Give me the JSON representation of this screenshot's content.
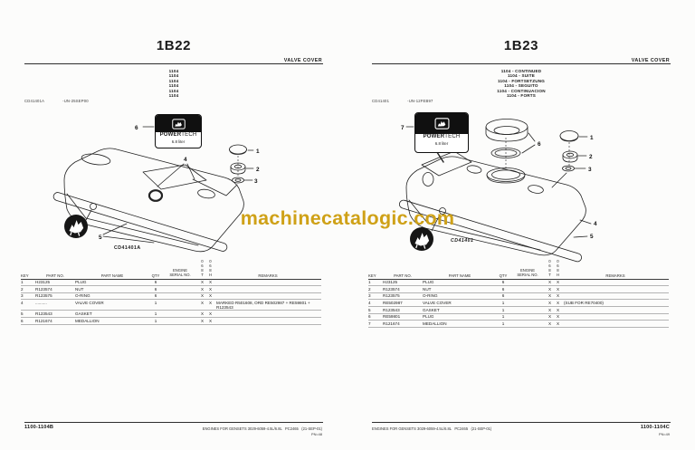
{
  "watermark": {
    "text": "machinecatalogic.com",
    "color": "#CFA117"
  },
  "pages": [
    {
      "code": "1B22",
      "section": "VALVE COVER",
      "continuation": [
        "1104",
        "1104",
        "1104",
        "1104",
        "1104",
        "1104"
      ],
      "image_id": "CD41401A",
      "image_note": "-UN-25SEP00",
      "figure_caption": "CD41401A",
      "decal": {
        "power": "POWER",
        "tech": "TECH",
        "size": "6.8 liter"
      },
      "callouts": [
        "6",
        "4",
        "1",
        "2",
        "3",
        "5"
      ],
      "table": {
        "headers": {
          "key": "KEY",
          "part_no": "PART NO.",
          "part_name": "PART NAME",
          "qty": "QTY",
          "serial1": "ENGINE",
          "serial2": "SERIAL NO.",
          "remarks": "REMARKS"
        },
        "model_cols": [
          [
            "0",
            "6",
            "8",
            "T"
          ],
          [
            "0",
            "6",
            "8",
            "H"
          ]
        ],
        "rows": [
          {
            "key": "1",
            "part_no": "H23125",
            "part_name": "PLUG",
            "qty": "6",
            "serial": "",
            "m1": "X",
            "m2": "X",
            "remarks": ""
          },
          {
            "key": "2",
            "part_no": "R123574",
            "part_name": "NUT",
            "qty": "6",
            "serial": "",
            "m1": "X",
            "m2": "X",
            "remarks": ""
          },
          {
            "key": "3",
            "part_no": "R123575",
            "part_name": "O-RING",
            "qty": "6",
            "serial": "",
            "m1": "X",
            "m2": "X",
            "remarks": ""
          },
          {
            "key": "4",
            "part_no": "..........",
            "part_name": "VALVE COVER",
            "qty": "1",
            "serial": "",
            "m1": "X",
            "m2": "X",
            "remarks": "MARKED R501608, ORD RE502987 + RE59801 + R123543"
          },
          {
            "key": "5",
            "part_no": "R123543",
            "part_name": "GASKET",
            "qty": "1",
            "serial": "",
            "m1": "X",
            "m2": "X",
            "remarks": ""
          },
          {
            "key": "6",
            "part_no": "R121674",
            "part_name": "MEDALLION",
            "qty": "1",
            "serial": "",
            "m1": "X",
            "m2": "X",
            "remarks": ""
          }
        ]
      },
      "footer": {
        "page_code": "1100-1104B",
        "doc_line": "ENGINES FOR GENSETS 3029-6059-4.5L/6.8L   PC2465   (21-SEP-01)",
        "pn": "PN=48"
      }
    },
    {
      "code": "1B23",
      "section": "VALVE COVER",
      "continuation": [
        "1104 - CONTINUED",
        "1104 - SUITE",
        "1104 - FORTSETZUNG",
        "1104 - SEGUITO",
        "1104 - CONTINUACION",
        "1104 - FORTS"
      ],
      "image_id": "CD41401",
      "image_note": "-UN-12FEB97",
      "figure_caption": "CD41401",
      "decal": {
        "power": "POWER",
        "tech": "TECH",
        "size": "6.8 liter"
      },
      "callouts": [
        "7",
        "6",
        "1",
        "2",
        "3",
        "4",
        "5"
      ],
      "table": {
        "headers": {
          "key": "KEY",
          "part_no": "PART NO.",
          "part_name": "PART NAME",
          "qty": "QTY",
          "serial1": "ENGINE",
          "serial2": "SERIAL NO.",
          "remarks": "REMARKS"
        },
        "model_cols": [
          [
            "0",
            "6",
            "8",
            "T"
          ],
          [
            "0",
            "6",
            "8",
            "H"
          ]
        ],
        "rows": [
          {
            "key": "1",
            "part_no": "H23125",
            "part_name": "PLUG",
            "qty": "6",
            "serial": "",
            "m1": "X",
            "m2": "X",
            "remarks": ""
          },
          {
            "key": "2",
            "part_no": "R123574",
            "part_name": "NUT",
            "qty": "6",
            "serial": "",
            "m1": "X",
            "m2": "X",
            "remarks": ""
          },
          {
            "key": "3",
            "part_no": "R123575",
            "part_name": "O-RING",
            "qty": "6",
            "serial": "",
            "m1": "X",
            "m2": "X",
            "remarks": ""
          },
          {
            "key": "4",
            "part_no": "RE502987",
            "part_name": "VALVE COVER",
            "qty": "1",
            "serial": "",
            "m1": "X",
            "m2": "X",
            "remarks": "(SUB FOR RE70400)"
          },
          {
            "key": "5",
            "part_no": "R123543",
            "part_name": "GASKET",
            "qty": "1",
            "serial": "",
            "m1": "X",
            "m2": "X",
            "remarks": ""
          },
          {
            "key": "6",
            "part_no": "RE59801",
            "part_name": "PLUG",
            "qty": "1",
            "serial": "",
            "m1": "X",
            "m2": "X",
            "remarks": ""
          },
          {
            "key": "7",
            "part_no": "R121674",
            "part_name": "MEDALLION",
            "qty": "1",
            "serial": "",
            "m1": "X",
            "m2": "X",
            "remarks": ""
          }
        ]
      },
      "footer": {
        "page_code": "1100-1104C",
        "doc_line": "ENGINES FOR GENSETS 3029-6059-4.5L/6.8L   PC2465   (21-SEP-01)",
        "pn": "PN=49"
      }
    }
  ]
}
